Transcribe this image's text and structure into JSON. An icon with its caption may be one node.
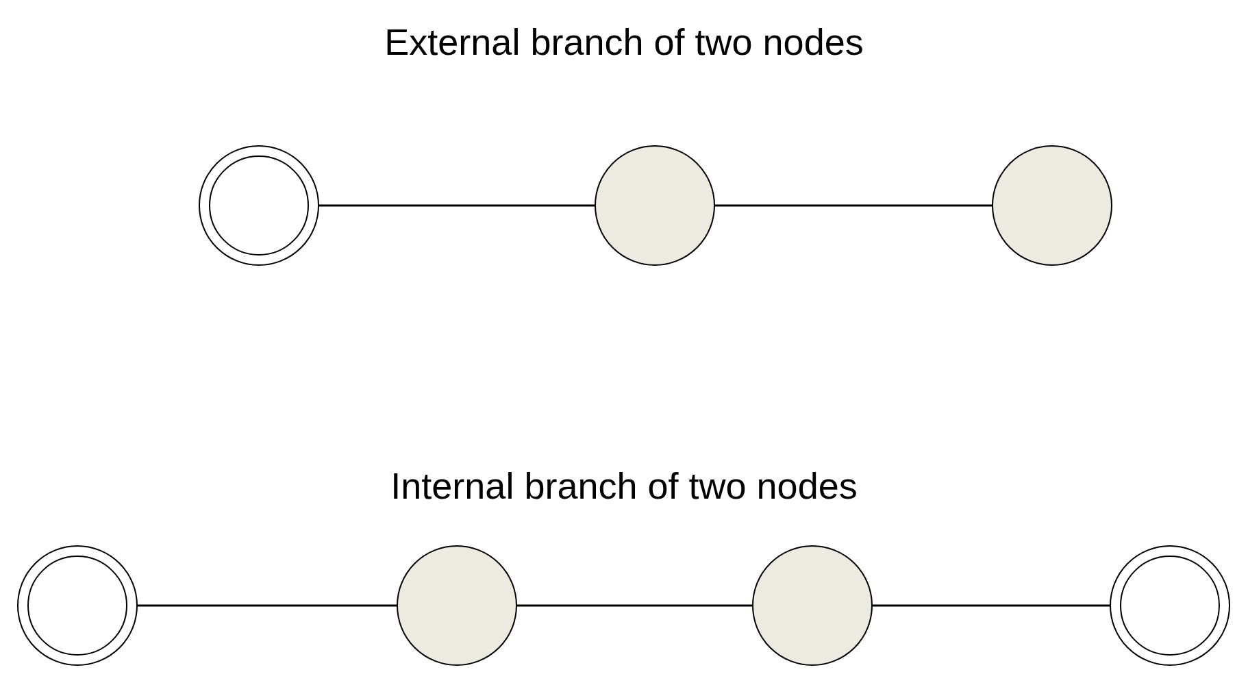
{
  "diagram": {
    "nodes": [
      {
        "text": [],
        "shape": "ring"
      },
      {
        "text": [],
        "shape": "circle"
      },
      {
        "text": [],
        "shape": "circle"
      },
      {
        "text": [],
        "shape": "ring"
      },
      {
        "text": [],
        "shape": "circle"
      },
      {
        "text": [],
        "shape": "circle"
      },
      {
        "text": [],
        "shape": "ring"
      }
    ],
    "edges": [
      {
        "from": 0,
        "to": 1,
        "arrow": "none"
      },
      {
        "from": 1,
        "to": 2,
        "arrow": "none"
      },
      {
        "from": 3,
        "to": 4,
        "arrow": "none"
      },
      {
        "from": 4,
        "to": 5,
        "arrow": "none"
      },
      {
        "from": 5,
        "to": 6,
        "arrow": "none"
      }
    ],
    "labels": [
      "External branch of two nodes",
      "Internal branch of two nodes"
    ]
  }
}
